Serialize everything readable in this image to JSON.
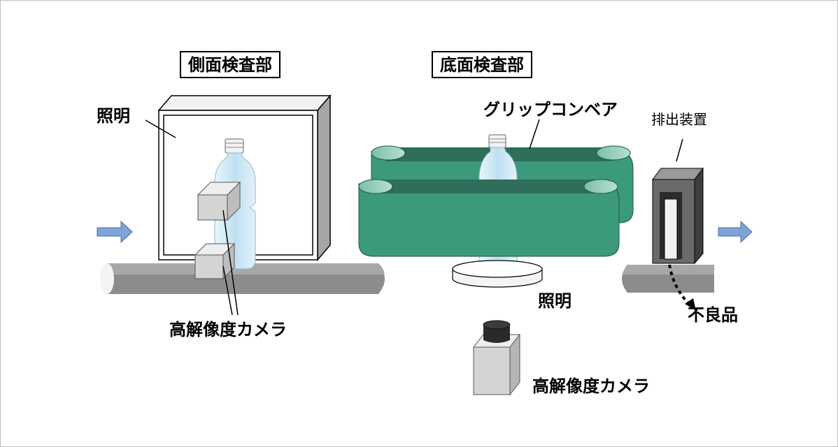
{
  "labels": {
    "side_section": "側面検査部",
    "bottom_section": "底面検査部",
    "side_light": "照明",
    "side_camera": "高解像度カメラ",
    "grip_conveyor": "グリップコンベア",
    "bottom_light": "照明",
    "bottom_camera": "高解像度カメラ",
    "ejector": "排出装置",
    "defective": "不良品"
  },
  "colors": {
    "conveyor_belt": "#8c8c8c",
    "grip_conveyor_green": "#3b9a7b",
    "grip_conveyor_dark": "#2f6e5b",
    "roller_top": "#9fd3c1",
    "bottle": "#cfe8f5",
    "camera_box": "#d8d8d8",
    "ejector_body": "#5a5a5a",
    "flow_arrow": "#7ea3d6"
  }
}
